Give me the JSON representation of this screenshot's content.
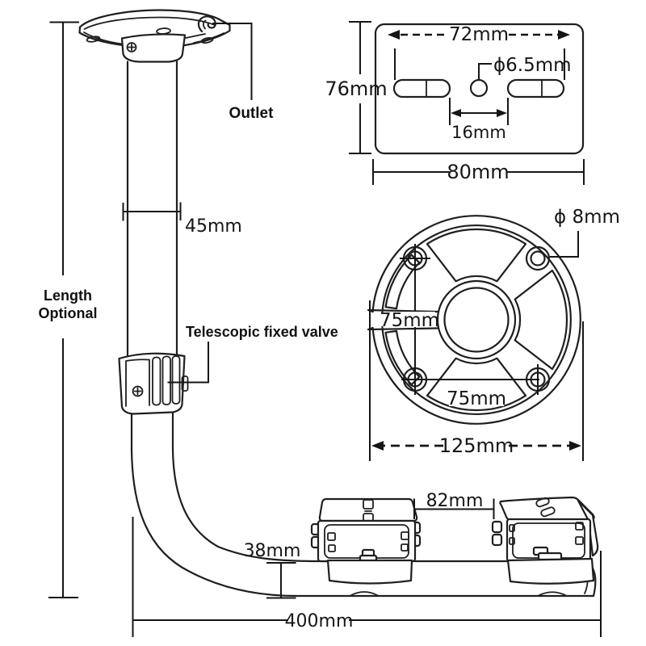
{
  "figure": {
    "kind": "technical-dimension-drawing",
    "subject": "Telescopic L-shaped ceiling mounting bracket with two clamps",
    "colors": {
      "line": "#1f1f1f",
      "background": "#ffffff",
      "text": "#161616"
    }
  },
  "labels": {
    "outlet": "Outlet",
    "length_line1": "Length",
    "length_line2": "Optional",
    "telescopic_valve": "Telescopic fixed valve"
  },
  "dimensions": {
    "pole_diameter": "45mm",
    "plate_slot_span": "72mm",
    "plate_height": "76mm",
    "plate_center_hole": "ϕ6.5mm",
    "plate_slot_gap": "16mm",
    "plate_width": "80mm",
    "base_hole": "ϕ 8mm",
    "base_hole_spacing_v": "75mm",
    "base_hole_spacing_h": "75mm",
    "base_diameter": "125mm",
    "clamp_gap": "82mm",
    "arm_diameter": "38mm",
    "arm_length": "400mm"
  }
}
